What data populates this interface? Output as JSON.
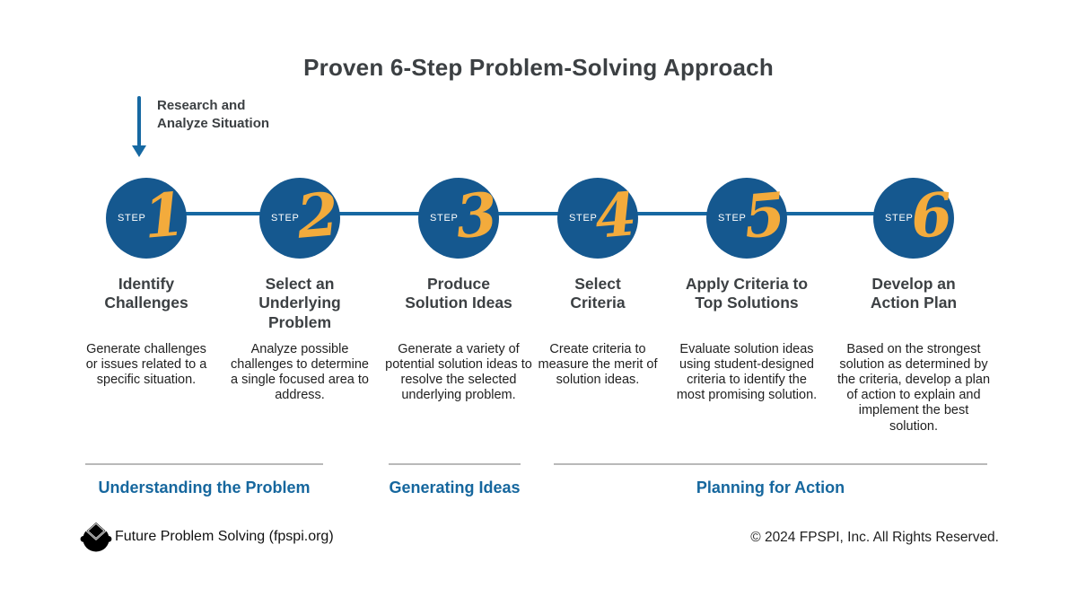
{
  "title": "Proven 6-Step Problem-Solving Approach",
  "annotation": {
    "label": "Research and\nAnalyze Situation"
  },
  "steps": [
    {
      "step_label": "STEP",
      "number": "1",
      "title": "Identify\nChallenges",
      "description": "Generate challenges or issues related to a specific situation."
    },
    {
      "step_label": "STEP",
      "number": "2",
      "title": "Select an\nUnderlying\nProblem",
      "description": "Analyze possible challenges to determine a single focused area to address."
    },
    {
      "step_label": "STEP",
      "number": "3",
      "title": "Produce\nSolution Ideas",
      "description": "Generate a variety of potential solution ideas to resolve the selected underlying problem."
    },
    {
      "step_label": "STEP",
      "number": "4",
      "title": "Select\nCriteria",
      "description": "Create criteria to measure the merit of solution ideas."
    },
    {
      "step_label": "STEP",
      "number": "5",
      "title": "Apply Criteria to\nTop Solutions",
      "description": "Evaluate solution ideas using student-designed criteria to identify the most promising solution."
    },
    {
      "step_label": "STEP",
      "number": "6",
      "title": "Develop an\nAction Plan",
      "description": "Based on the strongest solution as determined by the criteria, develop a plan of action to explain and implement the best solution."
    }
  ],
  "phases": [
    {
      "label": "Understanding the Problem"
    },
    {
      "label": "Generating Ideas"
    },
    {
      "label": "Planning for Action"
    }
  ],
  "footer": {
    "logo_icon": "fps-head-logo",
    "brand": "Future Problem Solving (fpspi.org)",
    "copyright": "© 2024 FPSPI, Inc. All Rights Reserved."
  },
  "colors": {
    "circle_blue": "#15588F",
    "connector_blue": "#1668A2",
    "accent_orange": "#F3AB3C",
    "phase_label_blue": "#16679E",
    "heading_charcoal": "#3C4043",
    "body_text": "#1F1F1F",
    "divider_gray": "#B9B9B9"
  }
}
